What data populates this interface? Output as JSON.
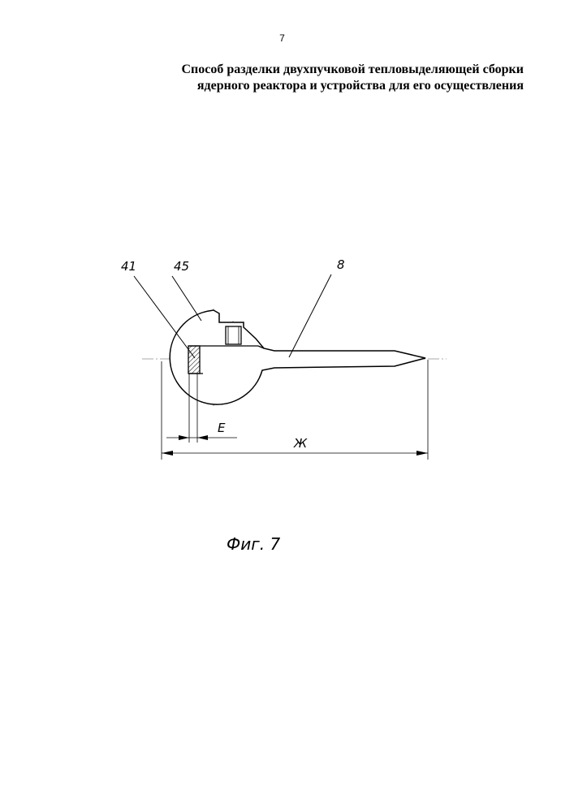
{
  "page": {
    "number": "7"
  },
  "title": {
    "line1": "Способ разделки двухпучковой тепловыделяющей сборки",
    "line2": "ядерного реактора и устройства для его осуществления"
  },
  "figure": {
    "labels": {
      "part_41": "41",
      "part_45": "45",
      "part_8": "8"
    },
    "dimensions": {
      "e": "E",
      "zh": "Ж"
    },
    "caption": "Фиг. 7"
  }
}
